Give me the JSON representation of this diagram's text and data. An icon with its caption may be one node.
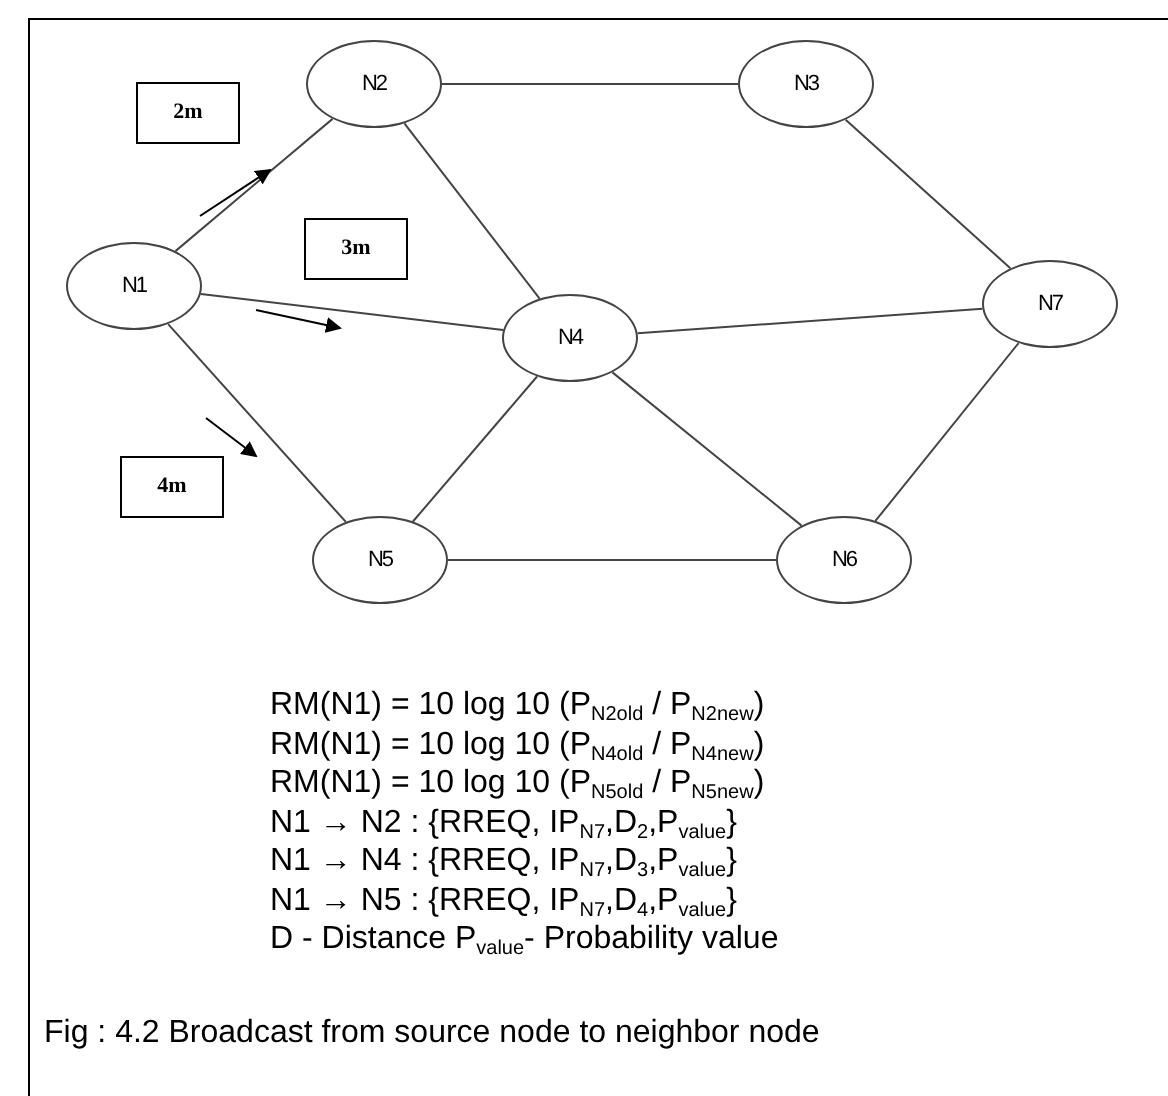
{
  "diagram": {
    "caption": "Fig : 4.2 Broadcast from source node to neighbor node",
    "nodes": [
      {
        "text": [
          "N1"
        ]
      },
      {
        "text": [
          "N2"
        ]
      },
      {
        "text": [
          "N3"
        ]
      },
      {
        "text": [
          "N4"
        ]
      },
      {
        "text": [
          "N5"
        ]
      },
      {
        "text": [
          "N6"
        ]
      },
      {
        "text": [
          "N7"
        ]
      },
      {
        "text": [
          "2m"
        ]
      },
      {
        "text": [
          "3m"
        ]
      },
      {
        "text": [
          "4m"
        ]
      }
    ],
    "edges": [
      {
        "from": 0,
        "to": 1,
        "arrow": "none"
      },
      {
        "from": 0,
        "to": 3,
        "arrow": "none"
      },
      {
        "from": 0,
        "to": 4,
        "arrow": "none"
      },
      {
        "from": 1,
        "to": 2,
        "arrow": "none"
      },
      {
        "from": 1,
        "to": 3,
        "arrow": "none"
      },
      {
        "from": 2,
        "to": 6,
        "arrow": "none"
      },
      {
        "from": 3,
        "to": 6,
        "arrow": "none"
      },
      {
        "from": 3,
        "to": 4,
        "arrow": "none"
      },
      {
        "from": 3,
        "to": 5,
        "arrow": "none"
      },
      {
        "from": 4,
        "to": 5,
        "arrow": "none"
      },
      {
        "from": 5,
        "to": 6,
        "arrow": "none"
      }
    ],
    "labels": [
      "RM(N1) = 10 log 10 (P$_{N2old}$ / P$_{N2new}$)",
      "RM(N1) = 10 log 10 (P$_{N4old}$ / P$_{N4new}$)",
      "RM(N1) = 10 log 10 (P$_{N5old}$ / P$_{N5new}$)",
      "N1 → N2 : {RREQ, IP$_{N7}$,D$_{2}$,P$_{value}$}",
      "N1 → N4 : {RREQ, IP$_{N7}$,D$_{3}$,P$_{value}$}",
      "N1 → N5 : {RREQ, IP$_{N7}$,D$_{4}$,P$_{value}$}",
      "D - Distance P$_{value}$- Probability value"
    ]
  }
}
